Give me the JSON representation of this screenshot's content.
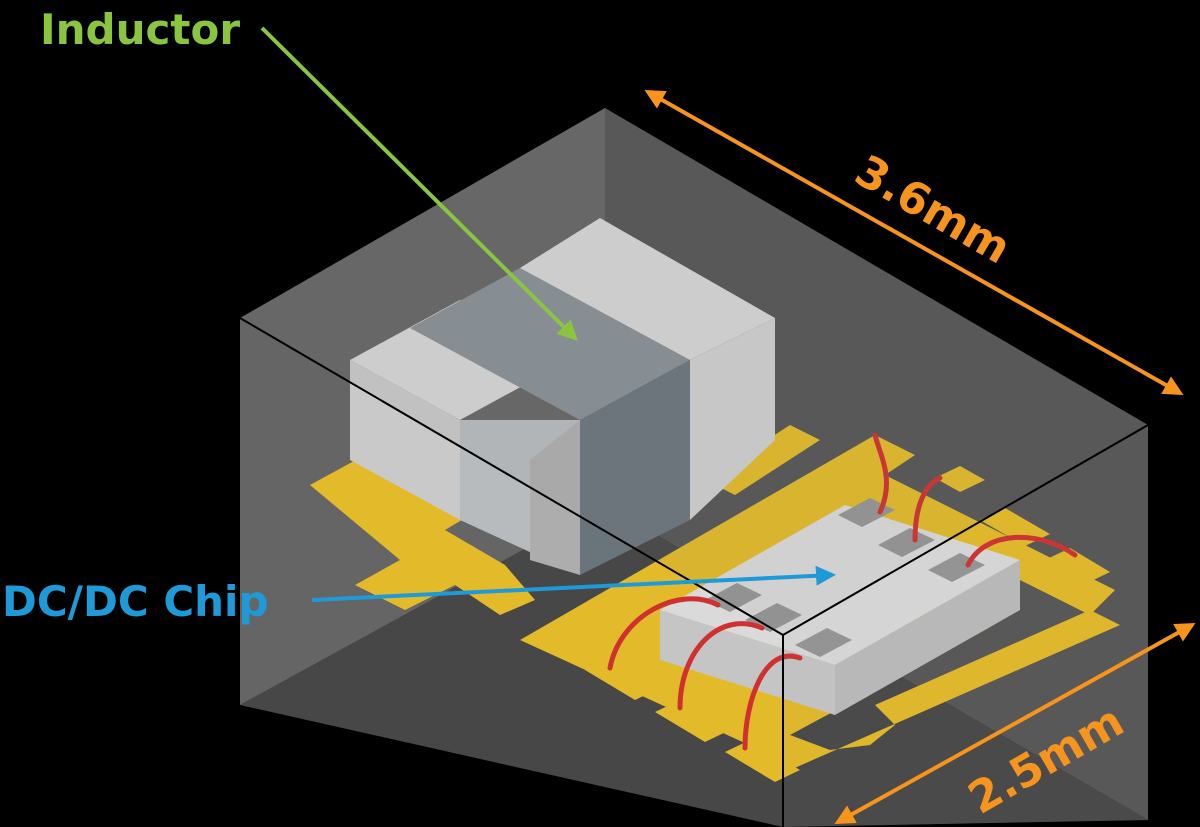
{
  "labels": {
    "inductor": "Inductor",
    "chip": "DC/DC Chip",
    "length_dim": "3.6mm",
    "width_dim": "2.5mm"
  },
  "colors": {
    "inductor_label": "#8bc53f",
    "chip_label": "#1f9ad8",
    "dimension": "#f7941d",
    "pad": "#f9c716",
    "wire": "#e0201f",
    "background": "#000000"
  }
}
